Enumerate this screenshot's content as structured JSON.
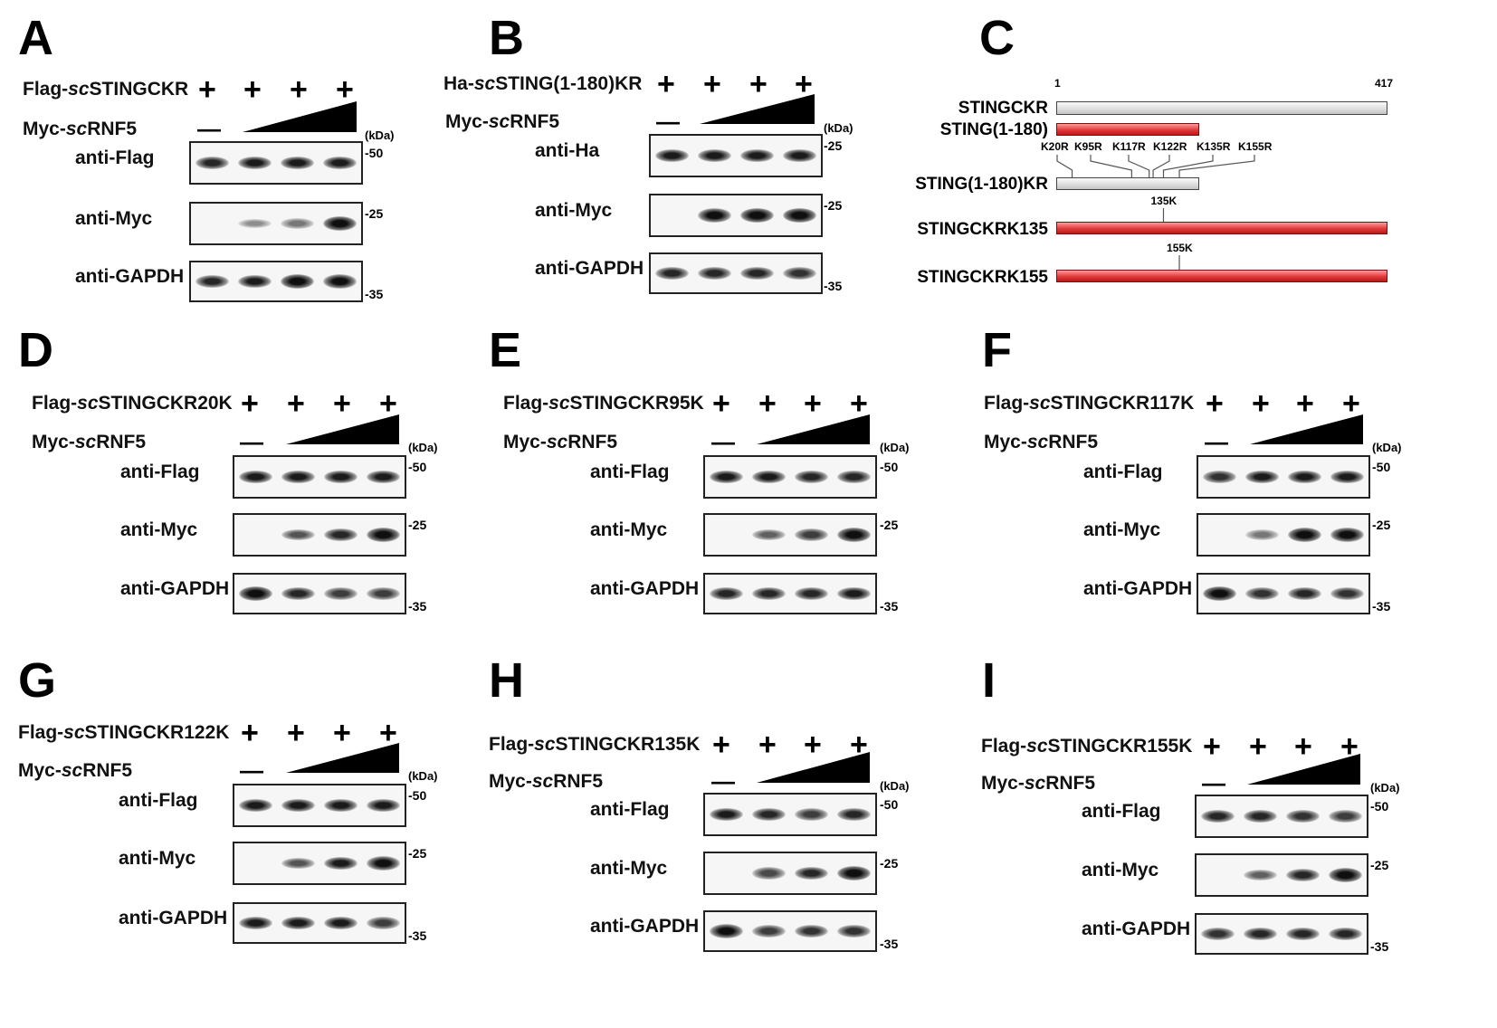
{
  "panels": [
    {
      "letter": "A",
      "construct_prefix": "Flag-",
      "construct_italic": "sc",
      "construct_suffix": "STINGCKR",
      "rnf_prefix": "Myc-",
      "rnf_italic": "sc",
      "rnf_suffix": "RNF5",
      "lanes": [
        "+",
        "+",
        "+",
        "+"
      ],
      "rnf_first": "—",
      "kda": "(kDa)",
      "blots": [
        {
          "ab": "anti-Flag",
          "mw": "50"
        },
        {
          "ab": "anti-Myc",
          "mw": "25"
        },
        {
          "ab": "anti-GAPDH",
          "mw": "35"
        }
      ]
    },
    {
      "letter": "B",
      "construct_prefix": "Ha-",
      "construct_italic": "sc",
      "construct_suffix": "STING(1-180)KR",
      "rnf_prefix": "Myc-",
      "rnf_italic": "sc",
      "rnf_suffix": "RNF5",
      "lanes": [
        "+",
        "+",
        "+",
        "+"
      ],
      "rnf_first": "—",
      "kda": "(kDa)",
      "blots": [
        {
          "ab": "anti-Ha",
          "mw": "25"
        },
        {
          "ab": "anti-Myc",
          "mw": "25"
        },
        {
          "ab": "anti-GAPDH",
          "mw": "35"
        }
      ]
    },
    {
      "letter": "D",
      "construct_prefix": "Flag-",
      "construct_italic": "sc",
      "construct_suffix": "STINGCKR20K",
      "rnf_prefix": "Myc-",
      "rnf_italic": "sc",
      "rnf_suffix": "RNF5",
      "lanes": [
        "+",
        "+",
        "+",
        "+"
      ],
      "rnf_first": "—",
      "kda": "(kDa)",
      "blots": [
        {
          "ab": "anti-Flag",
          "mw": "50"
        },
        {
          "ab": "anti-Myc",
          "mw": "25"
        },
        {
          "ab": "anti-GAPDH",
          "mw": "35"
        }
      ]
    },
    {
      "letter": "E",
      "construct_prefix": "Flag-",
      "construct_italic": "sc",
      "construct_suffix": "STINGCKR95K",
      "rnf_prefix": "Myc-",
      "rnf_italic": "sc",
      "rnf_suffix": "RNF5",
      "lanes": [
        "+",
        "+",
        "+",
        "+"
      ],
      "rnf_first": "—",
      "kda": "(kDa)",
      "blots": [
        {
          "ab": "anti-Flag",
          "mw": "50"
        },
        {
          "ab": "anti-Myc",
          "mw": "25"
        },
        {
          "ab": "anti-GAPDH",
          "mw": "35"
        }
      ]
    },
    {
      "letter": "F",
      "construct_prefix": "Flag-",
      "construct_italic": "sc",
      "construct_suffix": "STINGCKR117K",
      "rnf_prefix": "Myc-",
      "rnf_italic": "sc",
      "rnf_suffix": "RNF5",
      "lanes": [
        "+",
        "+",
        "+",
        "+"
      ],
      "rnf_first": "—",
      "kda": "(kDa)",
      "blots": [
        {
          "ab": "anti-Flag",
          "mw": "50"
        },
        {
          "ab": "anti-Myc",
          "mw": "25"
        },
        {
          "ab": "anti-GAPDH",
          "mw": "35"
        }
      ]
    },
    {
      "letter": "G",
      "construct_prefix": "Flag-",
      "construct_italic": "sc",
      "construct_suffix": "STINGCKR122K",
      "rnf_prefix": "Myc-",
      "rnf_italic": "sc",
      "rnf_suffix": "RNF5",
      "lanes": [
        "+",
        "+",
        "+",
        "+"
      ],
      "rnf_first": "—",
      "kda": "(kDa)",
      "blots": [
        {
          "ab": "anti-Flag",
          "mw": "50"
        },
        {
          "ab": "anti-Myc",
          "mw": "25"
        },
        {
          "ab": "anti-GAPDH",
          "mw": "35"
        }
      ]
    },
    {
      "letter": "H",
      "construct_prefix": "Flag-",
      "construct_italic": "sc",
      "construct_suffix": "STINGCKR135K",
      "rnf_prefix": "Myc-",
      "rnf_italic": "sc",
      "rnf_suffix": "RNF5",
      "lanes": [
        "+",
        "+",
        "+",
        "+"
      ],
      "rnf_first": "—",
      "kda": "(kDa)",
      "blots": [
        {
          "ab": "anti-Flag",
          "mw": "50"
        },
        {
          "ab": "anti-Myc",
          "mw": "25"
        },
        {
          "ab": "anti-GAPDH",
          "mw": "35"
        }
      ]
    },
    {
      "letter": "I",
      "construct_prefix": "Flag-",
      "construct_italic": "sc",
      "construct_suffix": "STINGCKR155K",
      "rnf_prefix": "Myc-",
      "rnf_italic": "sc",
      "rnf_suffix": "RNF5",
      "lanes": [
        "+",
        "+",
        "+",
        "+"
      ],
      "rnf_first": "—",
      "kda": "(kDa)",
      "blots": [
        {
          "ab": "anti-Flag",
          "mw": "50"
        },
        {
          "ab": "anti-Myc",
          "mw": "25"
        },
        {
          "ab": "anti-GAPDH",
          "mw": "35"
        }
      ]
    }
  ],
  "diagram": {
    "letter": "C",
    "start": "1",
    "end": "417",
    "rows": [
      {
        "label": "STINGCKR",
        "style": "grey"
      },
      {
        "label": "STING(1-180)",
        "style": "red"
      },
      {
        "label": "STING(1-180)KR",
        "style": "grey"
      },
      {
        "label": "STINGCKRK135",
        "style": "red"
      },
      {
        "label": "STINGCKRK155",
        "style": "red"
      }
    ],
    "mutations": [
      "K20R",
      "K95R",
      "K117R",
      "K122R",
      "K135R",
      "K155R"
    ],
    "site_135": "135K",
    "site_155": "155K"
  },
  "colors": {
    "band": "#151515",
    "bar_red": "#e23a3a",
    "bar_grey": "#d8d8d8"
  }
}
